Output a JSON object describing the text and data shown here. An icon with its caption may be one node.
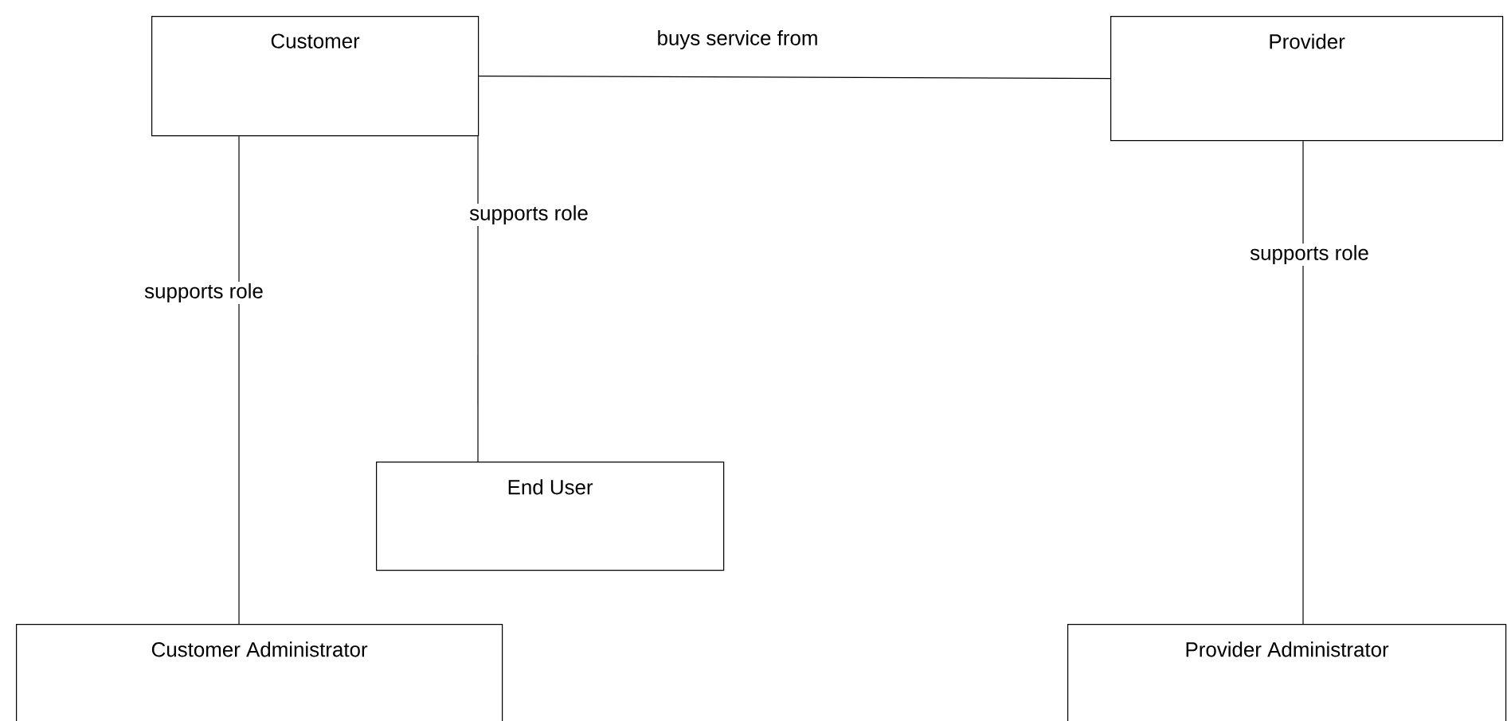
{
  "diagram": {
    "nodes": [
      {
        "text": [
          "Customer"
        ]
      },
      {
        "text": [
          "Provider"
        ]
      },
      {
        "text": [
          "End User"
        ]
      },
      {
        "text": [
          "Customer Administrator"
        ]
      },
      {
        "text": [
          "Provider Administrator"
        ]
      }
    ],
    "edges": [
      {
        "from": 0,
        "to": 1,
        "arrow": "none",
        "label": "buys service from"
      },
      {
        "from": 0,
        "to": 3,
        "arrow": "none",
        "label": "supports role"
      },
      {
        "from": 0,
        "to": 2,
        "arrow": "none",
        "label": "supports role"
      },
      {
        "from": 1,
        "to": 4,
        "arrow": "none",
        "label": "supports role"
      }
    ]
  }
}
